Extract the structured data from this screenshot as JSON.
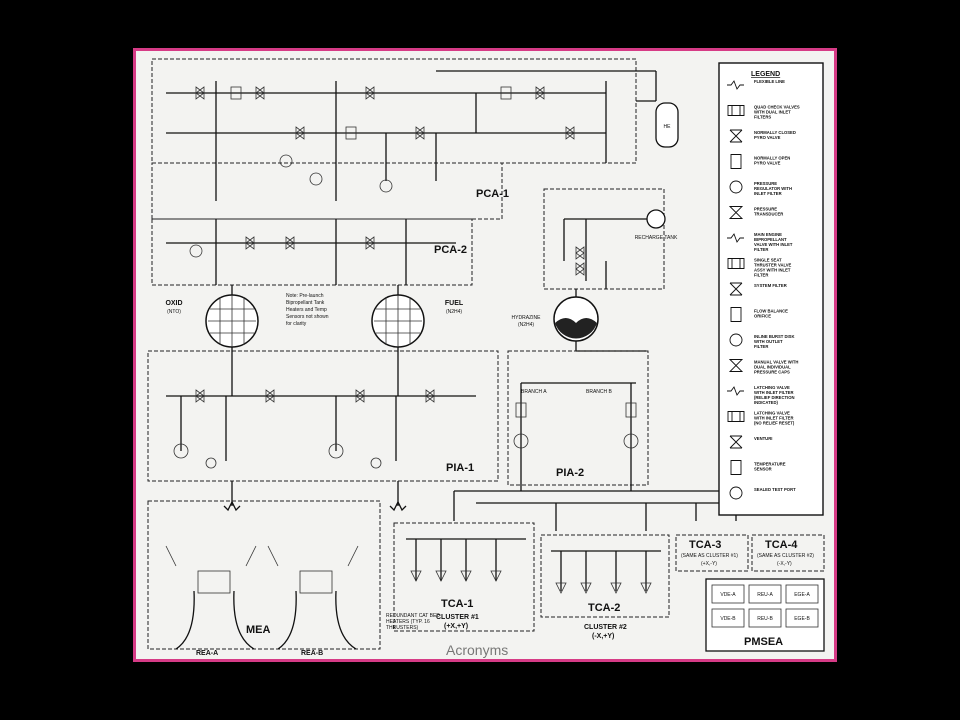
{
  "legend": {
    "title": "LEGEND",
    "items": [
      {
        "icon": "flexible-line-icon",
        "label": "FLEXIBLE LINE"
      },
      {
        "icon": "quad-check-valve-icon",
        "label": "QUAD CHECK VALVES WITH DUAL INLET FILTERS"
      },
      {
        "icon": "normally-closed-pyro-valve-icon",
        "label": "NORMALLY CLOSED PYRO VALVE"
      },
      {
        "icon": "normally-open-pyro-valve-icon",
        "label": "NORMALLY OPEN PYRO VALVE"
      },
      {
        "icon": "pressure-regulator-icon",
        "label": "PRESSURE REGULATOR WITH INLET FILTER"
      },
      {
        "icon": "pressure-transducer-icon",
        "label": "PRESSURE TRANSDUCER"
      },
      {
        "icon": "main-engine-valve-icon",
        "label": "MAIN ENGINE BIPROPELLANT VALVE WITH INLET FILTER"
      },
      {
        "icon": "thruster-valve-icon",
        "label": "SINGLE SEAT THRUSTER VALVE ASSY WITH INLET FILTER"
      },
      {
        "icon": "system-filter-icon",
        "label": "SYSTEM FILTER"
      },
      {
        "icon": "flow-balance-orifice-icon",
        "label": "FLOW BALANCE ORIFICE"
      },
      {
        "icon": "burst-disk-icon",
        "label": "INLINE BURST DISK WITH OUTLET FILTER"
      },
      {
        "icon": "manual-valve-icon",
        "label": "MANUAL VALVE WITH DUAL INDIVIDUAL PRESSURE CAPS"
      },
      {
        "icon": "latching-valve-relief-icon",
        "label": "LATCHING VALVE WITH INLET FILTER (RELIEF DIRECTION INDICATED)"
      },
      {
        "icon": "latching-valve-icon",
        "label": "LATCHING VALVE WITH INLET FILTER (NO RELIEF RESET)"
      },
      {
        "icon": "venturi-icon",
        "label": "VENTURI"
      },
      {
        "icon": "temperature-sensor-icon",
        "label": "TEMPERATURE SENSOR"
      },
      {
        "icon": "test-port-icon",
        "label": "SEALED TEST PORT"
      }
    ]
  },
  "assemblies": {
    "pca1": "PCA-1",
    "pca2": "PCA-2",
    "pia1": "PIA-1",
    "pia2": "PIA-2",
    "mea": "MEA",
    "tca1": "TCA-1",
    "tca2": "TCA-2",
    "tca3": "TCA-3",
    "tca4": "TCA-4",
    "pmsea": "PMSEA"
  },
  "tanks": {
    "oxid": "OXID",
    "oxid_sub": "(NTO)",
    "fuel": "FUEL",
    "fuel_sub": "(N2H4)",
    "hydrazine": "HYDRAZINE",
    "hydrazine_sub": "(N2H4)",
    "he": "HE",
    "recharge": "RECHARGE TANK"
  },
  "note": [
    "Note: Pre-launch",
    "Bipropellant Tank",
    "Heaters and Temp",
    "Sensors not shown",
    "for clarity"
  ],
  "branches": {
    "a": "BRANCH A",
    "b": "BRANCH B"
  },
  "clusters": {
    "c1": "CLUSTER #1",
    "c1_axes": "(+X,+Y)",
    "c2": "CLUSTER #2",
    "c2_axes": "(-X,+Y)",
    "tca3_sub": "(SAME AS CLUSTER #1)",
    "tca3_axes": "(+X,-Y)",
    "tca4_sub": "(SAME AS CLUSTER #2)",
    "tca4_axes": "(-X,-Y)"
  },
  "redundant_note": [
    "REDUNDANT CAT BED",
    "HEATERS (TYP. 16",
    "THRUSTERS)"
  ],
  "engines": {
    "a": "REA-A",
    "b": "REA-B"
  },
  "pmsea_cells": [
    "VDE-A",
    "REU-A",
    "EGE-A",
    "VDE-B",
    "REU-B",
    "EGE-B"
  ],
  "bottom_text": "Acronyms"
}
